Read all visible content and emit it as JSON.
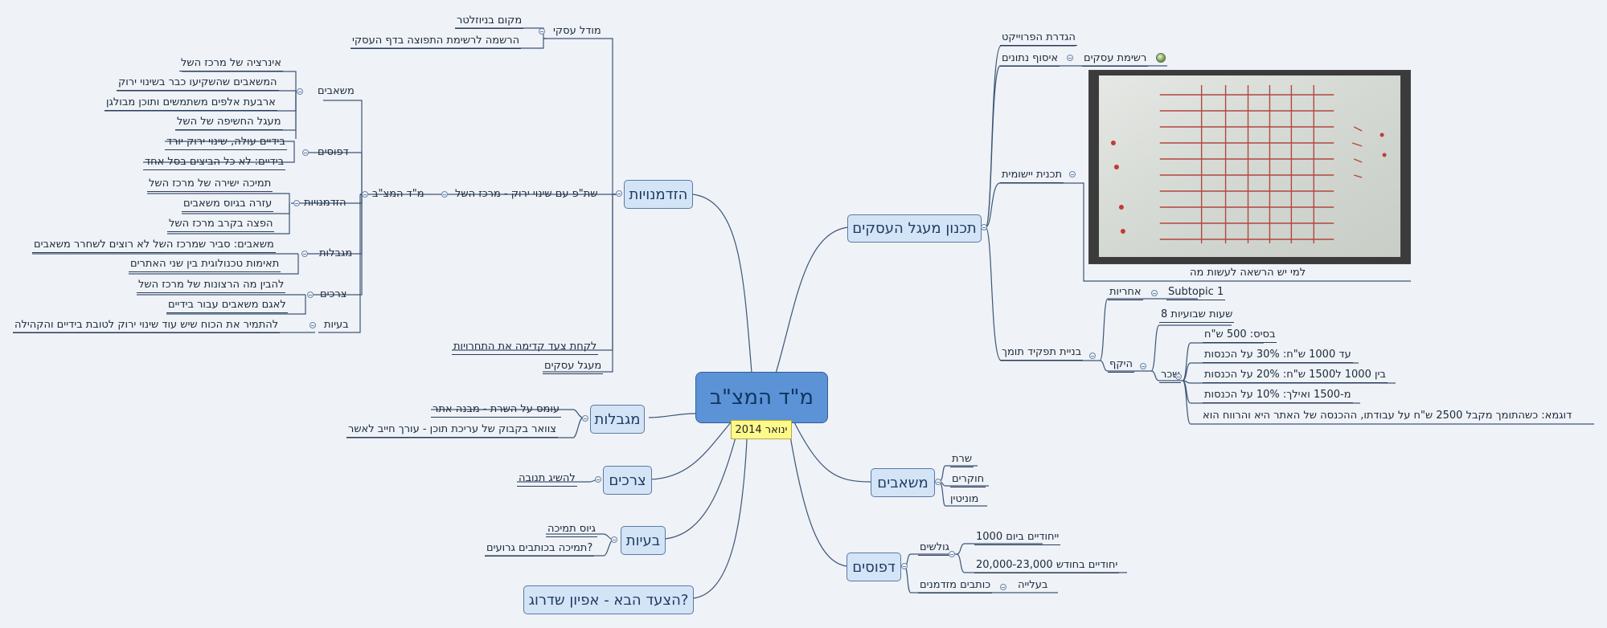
{
  "central": {
    "title": "מ\"ד המצ\"ב",
    "date": "ינואר 2014"
  },
  "right": {
    "planning": {
      "label": "תכנון מעגל העסקים",
      "definition": "הגדרת הפרוייקט",
      "data_collection": "איסוף נתונים",
      "business_list": "רשימת עסקים",
      "implementation": "תכנית יישומית",
      "who_may": "למי יש הרשאה לעשות מה",
      "support_role": "בניית תפקיד תומך",
      "responsibility": "אחריות",
      "subtopic": "Subtopic 1",
      "scope": "היקף",
      "weekly_hours": "8 שעות שבועיות",
      "salary": "שכר",
      "salary_items": [
        "בסיס: 500 ש\"ח",
        "עד 1000 ש\"ח: 30% על הכנסות",
        "בין 1000 ל1500 ש\"ח: 20% על הכנסות",
        "מ-1500 ואילך: 10% על הכנסות",
        "דוגמא: כשהתומך מקבל 2500 ש\"ח על עבודתו, ההכנסה של האתר היא והרווח הוא"
      ]
    },
    "resources": {
      "label": "משאבים",
      "items": [
        "שרת",
        "חוקרים",
        "מוניטין"
      ]
    },
    "patterns": {
      "label": "דפוסים",
      "surfers": "גולשים",
      "daily": "1000 ייחודיים ביום",
      "monthly": "20,000-23,000 יחודיים בחודש",
      "rising": "בעלייה",
      "writers": "כותבים מזדמנים"
    }
  },
  "left": {
    "opportunities": {
      "label": "הזדמנויות",
      "business_model": "מודל עסקי",
      "volunteer": "מקום בניוזלטר",
      "registration": "הרשמה לרשימת התפוצה בדף העסקי",
      "partnership": "שת\"פ עם שינוי ירוק - מרכז השל",
      "mdmazab": "מ\"ד המצ\"ב",
      "resources": "משאבים",
      "resources_items": [
        "אינרציה של מרכז השל",
        "המשאבים שהשקיעו כבר בשינוי ירוק",
        "ארבעת אלפים משתמשים ותוכן מבולגן",
        "מעגל החשיפה של השל"
      ],
      "patterns": "דפוסים",
      "patterns_items": [
        "בידיים עולה, שינוי ירוק יורד",
        "בידיים: לא כל הביצים בסל אחד"
      ],
      "opportunities": "הזדמנויות",
      "opportunities_items": [
        "תמיכה ישירה של מרכז השל",
        "עזרה בגיוס משאבים",
        "הפצה בקרב מרכז השל"
      ],
      "limits": "מגבלות",
      "limits_items": [
        "משאבים: סביר שמרכז השל לא רוצים לשחרר משאבים",
        "תאימות טכנולוגית בין שני האתרים"
      ],
      "needs": "צרכים",
      "needs_items": [
        "להבין מה הרצונות של מרכז השל",
        "לאגם משאבים עבור בידיים"
      ],
      "problems": "בעיות",
      "problems_items": [
        "להתמיר את הכוח שיש עוד שינוי ירוק לטובת בידיים והקהילה"
      ],
      "take_step": "לקחת צעד קדימה את התחרויות",
      "business_circle": "מעגל עסקים"
    },
    "limits": {
      "label": "מגבלות",
      "items": [
        "עומס על השרת - מבנה אתר",
        "צוואר בקבוק של עריכת תוכן - עורך חייב לאשר"
      ]
    },
    "needs": {
      "label": "צרכים",
      "items": [
        "להשיג תנובה"
      ]
    },
    "problems": {
      "label": "בעיות",
      "items": [
        "גיוס תמיכה",
        "תמיכה בכותבים גרועים?"
      ]
    },
    "next_step": {
      "label": "הצעד הבא - אפיון שדרוג?"
    }
  },
  "colors": {
    "background": "#eff2f7",
    "central_fill": "#5b93d6",
    "main_fill": "#d4e4f7",
    "date_fill": "#fff98c",
    "line": "#2c3e55"
  },
  "icons": [
    "collapse-icon",
    "globe-icon"
  ]
}
